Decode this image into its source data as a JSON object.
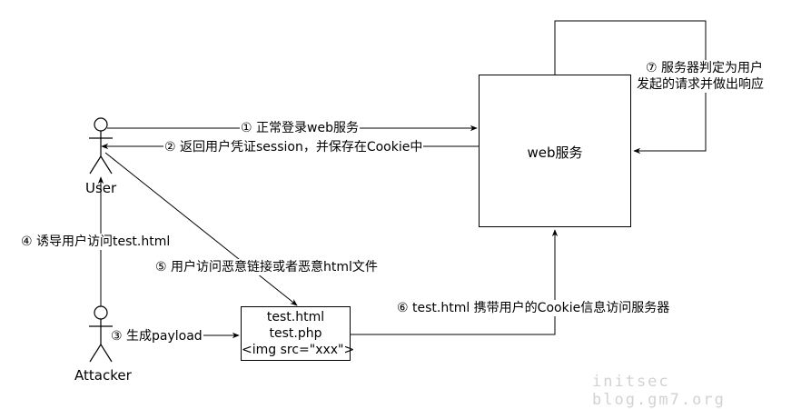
{
  "actors": {
    "user": "User",
    "attacker": "Attacker"
  },
  "web_server": {
    "label": "web服务"
  },
  "file_box": {
    "lines": [
      "test.html",
      "test.php",
      "<img src=\"xxx\">"
    ]
  },
  "steps": [
    "① 正常登录web服务",
    "② 返回用户凭证session，并保存在Cookie中",
    "③ 生成payload",
    "④ 诱导用户访问test.html",
    "⑤ 用户访问恶意链接或者恶意html文件",
    "⑥ test.html 携带用户的Cookie信息访问服务器",
    "⑦ 服务器判定为用户",
    "发起的请求并做出响应"
  ],
  "watermark": "initsec blog.gm7.org"
}
